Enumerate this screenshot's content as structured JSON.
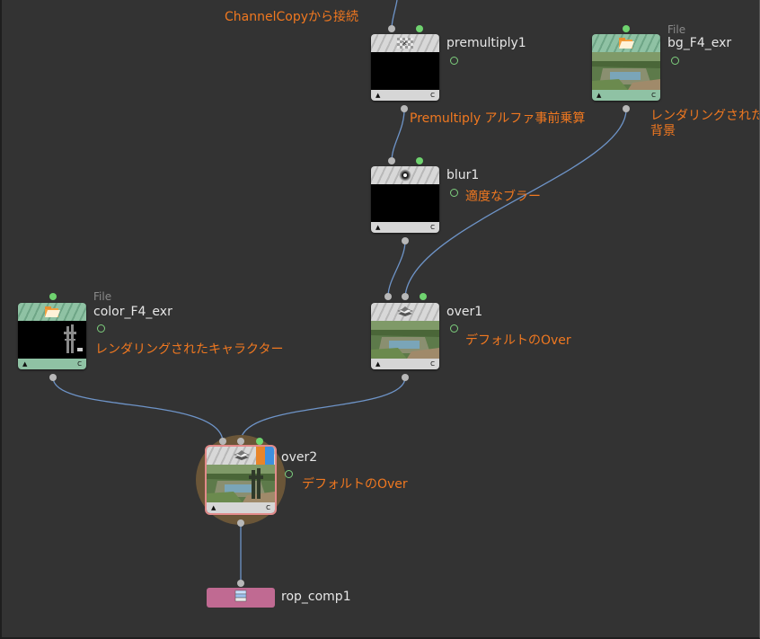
{
  "comments": {
    "channelcopy": "ChannelCopyから接続",
    "premultiply": "Premultiply アルファ事前乗算",
    "blur": "適度なブラー",
    "bg_line1": "レンダリングされた",
    "bg_line2": "背景",
    "color": "レンダリングされたキャラクター",
    "over1": "デフォルトのOver",
    "over2": "デフォルトのOver"
  },
  "nodes": {
    "premultiply1": {
      "name": "premultiply1",
      "footer_left": "▲",
      "footer_right": "C",
      "icon": "premultiply-icon"
    },
    "bg_F4_exr": {
      "name": "bg_F4_exr",
      "type": "File",
      "footer_left": "▲",
      "footer_right": "C",
      "icon": "folder-icon"
    },
    "blur1": {
      "name": "blur1",
      "footer_left": "▲",
      "footer_right": "C",
      "icon": "blur-icon"
    },
    "color_F4_exr": {
      "name": "color_F4_exr",
      "type": "File",
      "footer_left": "▲",
      "footer_right": "C",
      "icon": "folder-icon"
    },
    "over1": {
      "name": "over1",
      "footer_left": "▲",
      "footer_right": "C",
      "icon": "over-icon"
    },
    "over2": {
      "name": "over2",
      "footer_left": "▲",
      "footer_right": "C",
      "icon": "over-icon"
    },
    "rop_comp1": {
      "name": "rop_comp1",
      "icon": "rop-icon"
    }
  },
  "colors": {
    "background": "#333333",
    "wire": "#6e94c8",
    "comment": "#f07820",
    "file_node": "#8fc2a4",
    "rop_node": "#c06a92",
    "render_flag": "#e8852a",
    "display_flag": "#3d8fe0"
  }
}
